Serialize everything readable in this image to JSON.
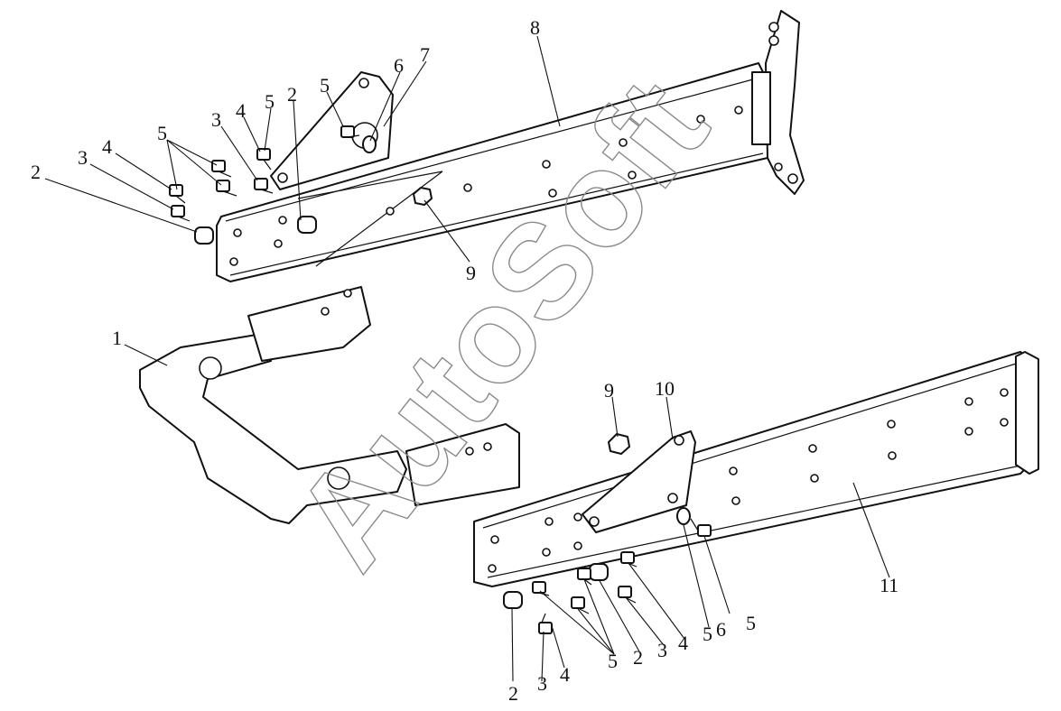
{
  "watermark": "AutoSoft",
  "callouts": {
    "c1": "1",
    "c2a": "2",
    "c3a": "3",
    "c4a": "4",
    "c5a": "5",
    "c2b": "2",
    "c3b": "3",
    "c4b": "4",
    "c5b": "5",
    "c5c": "5",
    "c6a": "6",
    "c7": "7",
    "c8": "8",
    "c9a": "9",
    "c9b": "9",
    "c10": "10",
    "c11": "11",
    "c2c": "2",
    "c3c": "3",
    "c4c": "4",
    "c5d": "5",
    "c2d": "2",
    "c3d": "3",
    "c4d": "4",
    "c5e": "5",
    "c6b": "6",
    "c5f": "5"
  }
}
